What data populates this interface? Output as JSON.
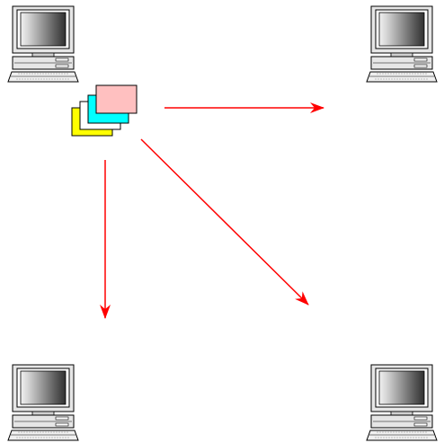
{
  "diagram": {
    "nodes": [
      {
        "id": "computer-top-left",
        "icon": "desktop-computer-icon"
      },
      {
        "id": "computer-top-right",
        "icon": "desktop-computer-icon"
      },
      {
        "id": "computer-bottom-left",
        "icon": "desktop-computer-icon"
      },
      {
        "id": "computer-bottom-right",
        "icon": "desktop-computer-icon"
      }
    ],
    "packet": {
      "icon": "document-stack-icon",
      "layers": [
        "#ffff00",
        "#ffffff",
        "#00ffff",
        "#ffc0c0"
      ]
    },
    "edges": [
      {
        "from": "document-stack",
        "to": "computer-top-right",
        "color": "#ff0000"
      },
      {
        "from": "document-stack",
        "to": "computer-bottom-left",
        "color": "#ff0000"
      },
      {
        "from": "document-stack",
        "to": "computer-bottom-right",
        "color": "#ff0000"
      }
    ],
    "colors": {
      "arrow": "#ff0000",
      "outline": "#000000",
      "background": "#ffffff"
    }
  }
}
